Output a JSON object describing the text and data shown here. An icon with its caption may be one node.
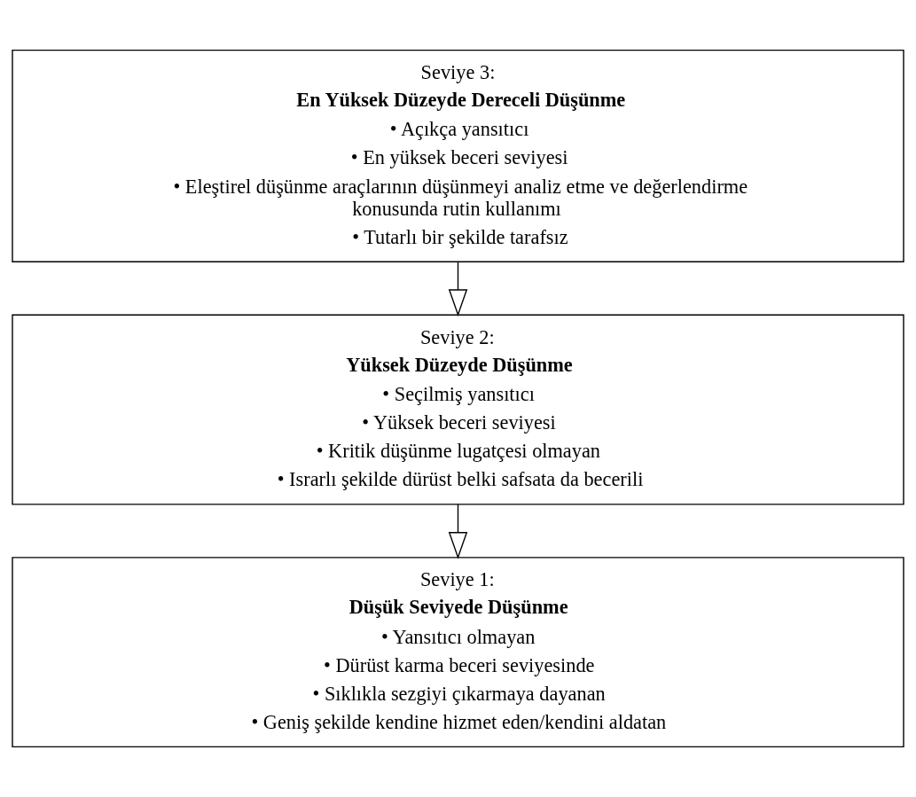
{
  "diagram": {
    "nodes": [
      {
        "text": [
          "Seviye 3:",
          "En Yüksek Düzeyde Dereceli Düşünme",
          "• Açıkça yansıtıcı",
          "• En yüksek beceri seviyesi",
          "• Eleştirel düşünme araçlarının düşünmeyi analiz etme ve değerlendirme konusunda rutin kullanımı",
          "• Tutarlı bir şekilde tarafsız"
        ]
      },
      {
        "text": [
          "Seviye 2:",
          "Yüksek Düzeyde Düşünme",
          "• Seçilmiş yansıtıcı",
          "• Yüksek beceri seviyesi",
          "• Kritik düşünme lugatçesi olmayan",
          "• Israrlı şekilde dürüst belki safsata da becerili"
        ]
      },
      {
        "text": [
          "Seviye 1:",
          "Düşük Seviyede Düşünme",
          "• Yansıtıcı olmayan",
          "• Dürüst karma beceri seviyesinde",
          "• Sıklıkla sezgiyi çıkarmaya dayanan",
          "• Geniş şekilde kendine hizmet eden/kendini aldatan"
        ]
      }
    ],
    "edges": [
      {
        "from": 0,
        "to": 1,
        "arrow": "to"
      },
      {
        "from": 1,
        "to": 2,
        "arrow": "to"
      }
    ]
  }
}
